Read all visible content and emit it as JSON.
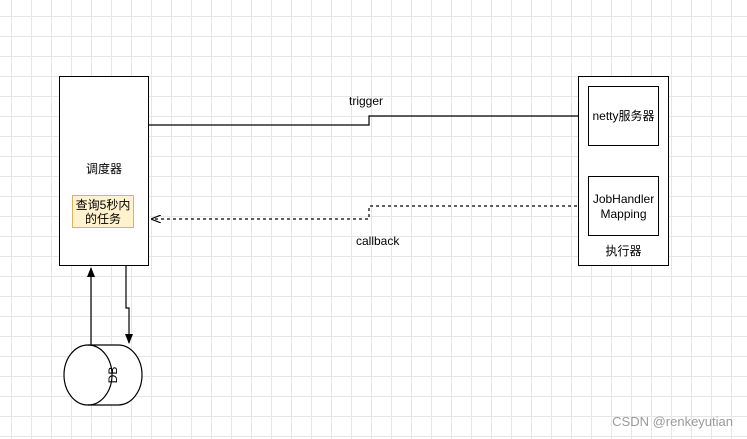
{
  "scheduler": {
    "title": "调度器",
    "note_line1": "查询5秒内",
    "note_line2": "的任务"
  },
  "executor": {
    "label": "执行器",
    "netty_label": "netty服务器",
    "jobhandler_line1": "JobHandler",
    "jobhandler_line2": "Mapping"
  },
  "edges": {
    "trigger_label": "trigger",
    "callback_label": "callback"
  },
  "database": {
    "label": "DB"
  },
  "watermark": "CSDN @renkeyutian"
}
